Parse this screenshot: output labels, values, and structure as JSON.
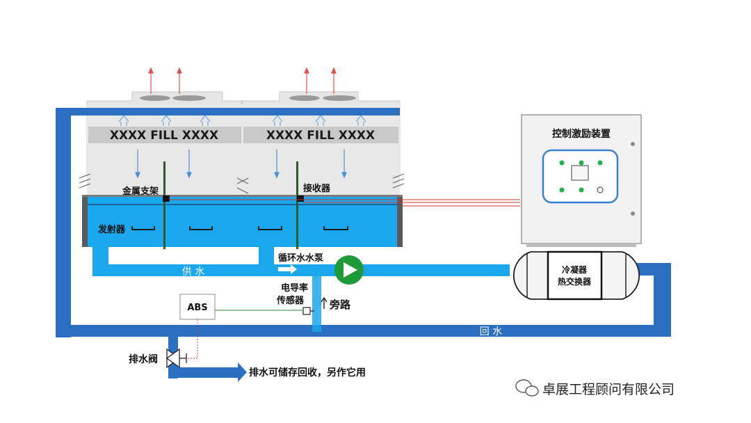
{
  "tower": {
    "fill_label": "XXXX FILL XXXX",
    "metal_bracket_label": "金属支架",
    "receiver_label": "接收器",
    "emitter_label": "发射器"
  },
  "control_device": {
    "title": "控制激励装置"
  },
  "pipes": {
    "supply_label": "供 水",
    "return_label": "回 水"
  },
  "pump": {
    "label": "循环水水泵"
  },
  "sensor": {
    "label_line1": "电导率",
    "label_line2": "传感器"
  },
  "bypass": {
    "label": "旁路"
  },
  "abs": {
    "label": "ABS"
  },
  "drain_valve": {
    "label": "排水阀"
  },
  "drain": {
    "label": "排水可储存回收，另作它用"
  },
  "condenser": {
    "label_line1": "冷凝器",
    "label_line2": "热交换器"
  },
  "watermark": {
    "text": "卓展工程顾问有限公司"
  },
  "colors": {
    "pipe_blue": "#2a6fc0",
    "water_blue": "#1aa7ec",
    "tower_gray": "#e4e4e4",
    "pump_green": "#1f9a3a",
    "indicator_green": "#22b24c",
    "signal_red": "#d9302c"
  }
}
